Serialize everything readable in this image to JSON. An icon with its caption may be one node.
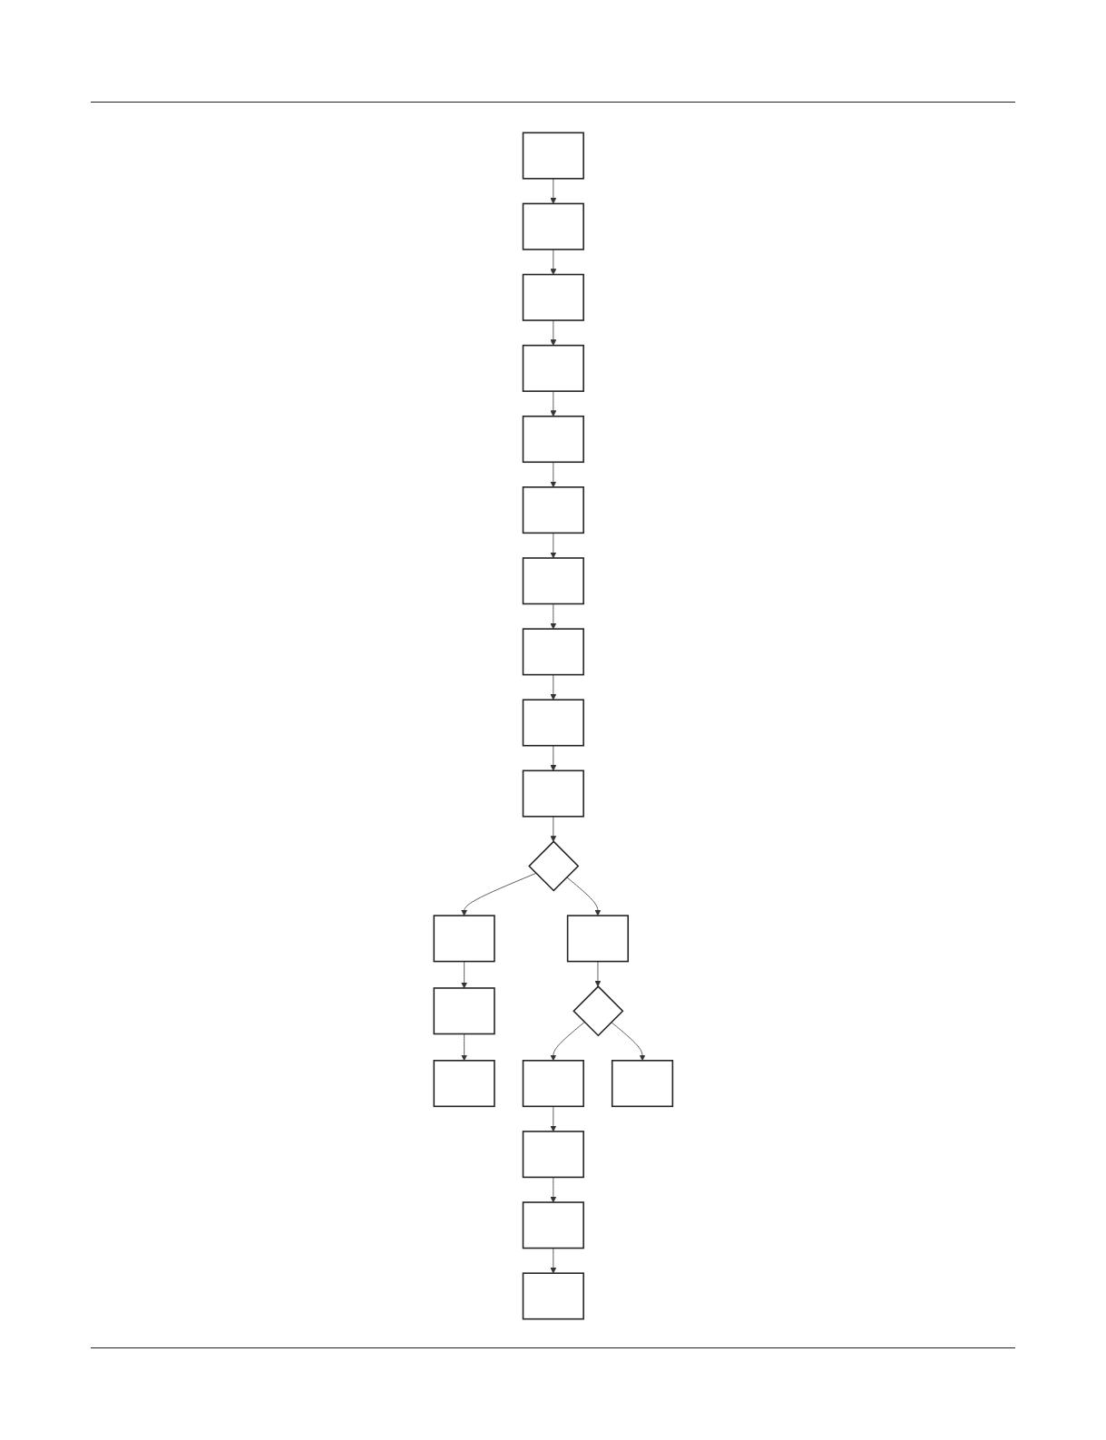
{
  "diagram": {
    "nodes": [
      {
        "text": [],
        "shape": "box"
      },
      {
        "text": [],
        "shape": "box"
      },
      {
        "text": [],
        "shape": "box"
      },
      {
        "text": [],
        "shape": "box"
      },
      {
        "text": [],
        "shape": "box"
      },
      {
        "text": [],
        "shape": "box"
      },
      {
        "text": [],
        "shape": "box"
      },
      {
        "text": [],
        "shape": "box"
      },
      {
        "text": [],
        "shape": "box"
      },
      {
        "text": [],
        "shape": "box"
      },
      {
        "text": [],
        "shape": "diamond"
      },
      {
        "text": [],
        "shape": "box"
      },
      {
        "text": [],
        "shape": "diamond"
      },
      {
        "text": [],
        "shape": "box"
      },
      {
        "text": [],
        "shape": "box"
      },
      {
        "text": [],
        "shape": "box"
      },
      {
        "text": [],
        "shape": "box"
      },
      {
        "text": [],
        "shape": "box"
      },
      {
        "text": [],
        "shape": "box"
      },
      {
        "text": [],
        "shape": "box"
      },
      {
        "text": [],
        "shape": "box"
      }
    ],
    "edges": [
      {
        "from": 0,
        "to": 1,
        "arrow": "to"
      },
      {
        "from": 1,
        "to": 2,
        "arrow": "to"
      },
      {
        "from": 2,
        "to": 3,
        "arrow": "to"
      },
      {
        "from": 3,
        "to": 4,
        "arrow": "to"
      },
      {
        "from": 4,
        "to": 5,
        "arrow": "to"
      },
      {
        "from": 5,
        "to": 6,
        "arrow": "to"
      },
      {
        "from": 6,
        "to": 7,
        "arrow": "to"
      },
      {
        "from": 7,
        "to": 8,
        "arrow": "to"
      },
      {
        "from": 8,
        "to": 9,
        "arrow": "to"
      },
      {
        "from": 9,
        "to": 10,
        "arrow": "to"
      },
      {
        "from": 10,
        "to": 14,
        "arrow": "to"
      },
      {
        "from": 10,
        "to": 11,
        "arrow": "to"
      },
      {
        "from": 14,
        "to": 15,
        "arrow": "to"
      },
      {
        "from": 15,
        "to": 16,
        "arrow": "to"
      },
      {
        "from": 11,
        "to": 12,
        "arrow": "to"
      },
      {
        "from": 12,
        "to": 17,
        "arrow": "to"
      },
      {
        "from": 12,
        "to": 13,
        "arrow": "to"
      },
      {
        "from": 17,
        "to": 18,
        "arrow": "to"
      },
      {
        "from": 18,
        "to": 19,
        "arrow": "to"
      },
      {
        "from": 19,
        "to": 20,
        "arrow": "to"
      }
    ]
  }
}
